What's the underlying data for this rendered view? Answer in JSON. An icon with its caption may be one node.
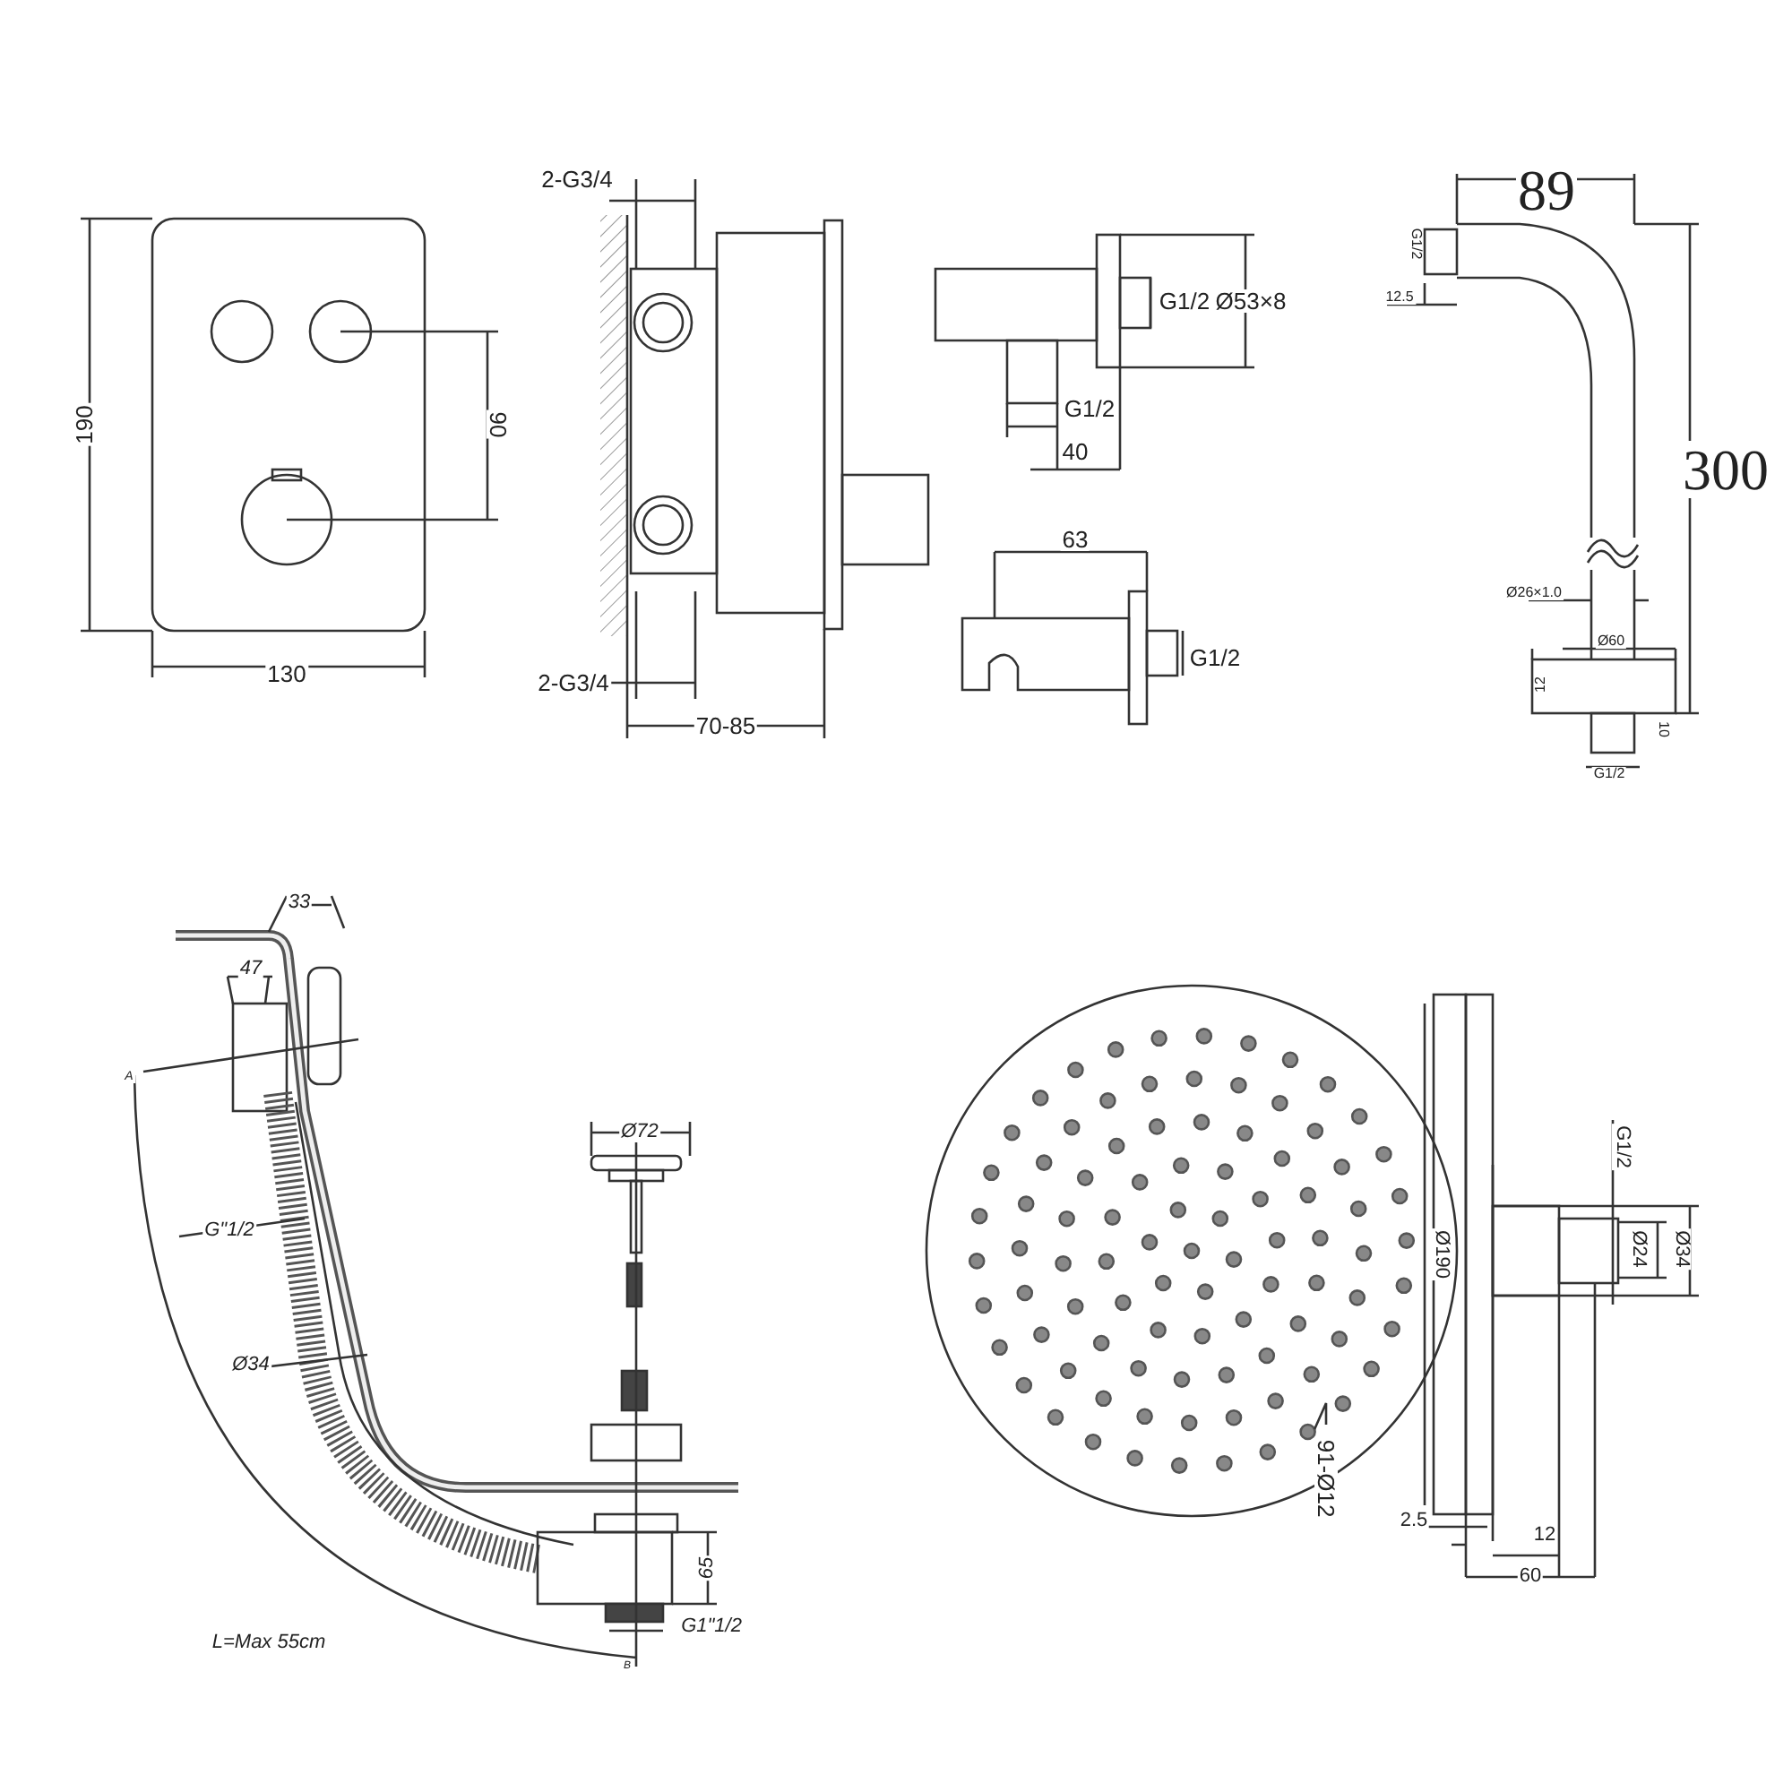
{
  "diagram": {
    "nodes": [
      {
        "text": [
          "91-Ø12"
        ]
      },
      {
        "text": [],
        "shape": "circle"
      }
    ],
    "edges": [
      {
        "from": 0,
        "to": 1,
        "arrow": "none"
      }
    ],
    "labels": [
      "2-G3/4",
      "89",
      "190",
      "90",
      "G1/2",
      "Ø53×8",
      "G1/2",
      "12.5",
      "300",
      "G1/2",
      "40",
      "Ø26×1.0",
      "Ø60",
      "63",
      "12",
      "G1/2",
      "10",
      "G1/2",
      "130",
      "2-G3/4",
      "70-85",
      "33",
      "47",
      "A",
      "G\"1/2",
      "Ø72",
      "Ø34",
      "65",
      "L=Max 55cm",
      "G1\"1/2",
      "B",
      "G1/2",
      "Ø190",
      "Ø24",
      "Ø34",
      "2.5",
      "12",
      "60"
    ]
  }
}
